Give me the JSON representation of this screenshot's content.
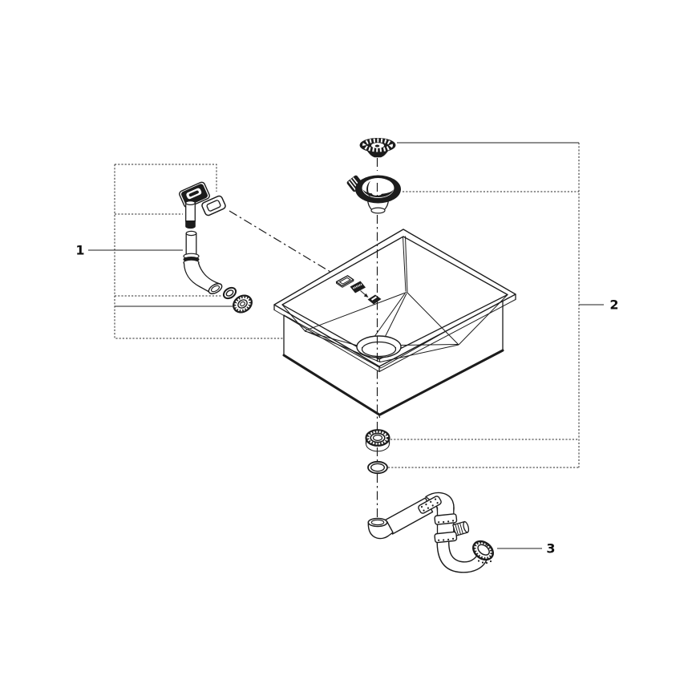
{
  "diagram": {
    "background": "#ffffff",
    "line_color": "#1c1c1c",
    "callouts": [
      {
        "label": "1"
      },
      {
        "label": "2"
      },
      {
        "label": "3"
      }
    ]
  }
}
